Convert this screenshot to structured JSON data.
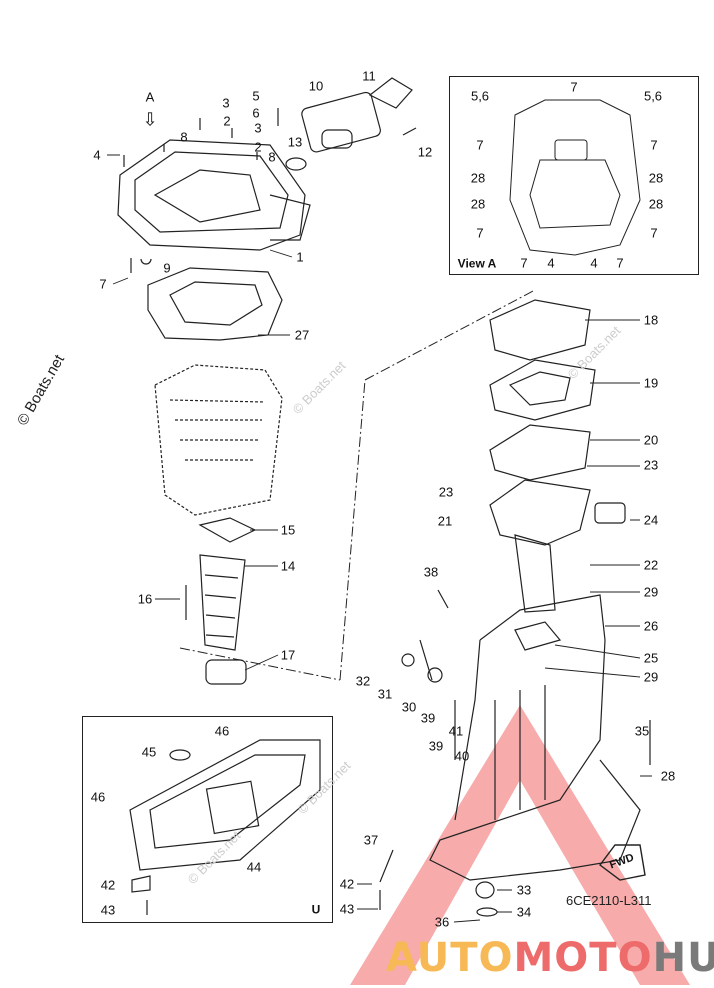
{
  "watermark": "© Boats.net",
  "view_a": {
    "title": "View A",
    "labels": [
      "5,6",
      "5,6",
      "7",
      "7",
      "7",
      "28",
      "28",
      "28",
      "28",
      "7",
      "7",
      "7",
      "4",
      "4",
      "7"
    ]
  },
  "u_box": {
    "title": "U",
    "labels": [
      "46",
      "45",
      "46",
      "44",
      "42",
      "43"
    ]
  },
  "arrow_label": "A",
  "fwd_label": "FWD",
  "part_code": "6CE2110-L311",
  "logo": {
    "part1": "AUTO",
    "part2": "MOTO",
    "part3": "HUB"
  },
  "callouts_top": [
    "3",
    "2",
    "8",
    "4",
    "3",
    "5",
    "6",
    "2",
    "8",
    "10",
    "11",
    "13",
    "12",
    "1",
    "9",
    "7",
    "27"
  ],
  "callouts_right": [
    "18",
    "19",
    "20",
    "23",
    "23",
    "21",
    "24",
    "22",
    "29",
    "38",
    "26",
    "25",
    "29",
    "32",
    "31",
    "30",
    "39",
    "41",
    "39",
    "40",
    "35",
    "28",
    "37",
    "42",
    "43",
    "33",
    "34",
    "36"
  ],
  "callouts_left": [
    "15",
    "14",
    "16",
    "17"
  ]
}
